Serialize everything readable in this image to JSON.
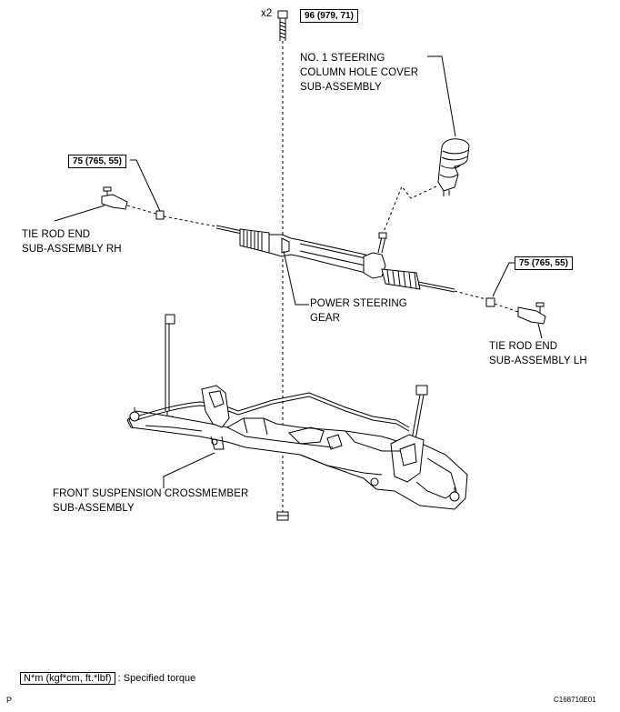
{
  "callouts": {
    "bolt_qty": "x2",
    "bolt_torque": "96 (979, 71)",
    "rh_nut_torque": "75 (765, 55)",
    "lh_nut_torque": "75 (765, 55)"
  },
  "labels": {
    "column_cover": [
      "NO. 1 STEERING",
      "COLUMN HOLE COVER",
      "SUB-ASSEMBLY"
    ],
    "tie_rod_rh": [
      "TIE ROD END",
      "SUB-ASSEMBLY RH"
    ],
    "steering_gear": [
      "POWER STEERING",
      "GEAR"
    ],
    "tie_rod_lh": [
      "TIE ROD END",
      "SUB-ASSEMBLY LH"
    ],
    "crossmember": [
      "FRONT SUSPENSION CROSSMEMBER",
      "SUB-ASSEMBLY"
    ]
  },
  "legend": {
    "unit": "N*m (kgf*cm, ft.*lbf)",
    "text": ": Specified torque"
  },
  "footer": {
    "left_mark": "P",
    "figure_code": "C168710E01"
  }
}
